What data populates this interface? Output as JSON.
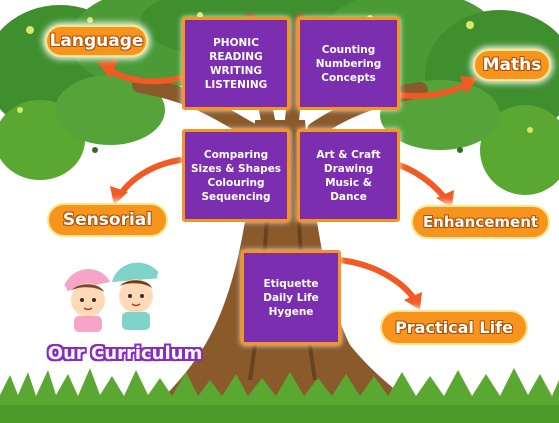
{
  "boxes": {
    "language_skills": [
      "PHONIC",
      "READING",
      "WRITING",
      "LISTENING"
    ],
    "maths_skills": [
      "Counting",
      "Numbering",
      "Concepts"
    ],
    "sensorial_skills": [
      "Comparing",
      "Sizes & Shapes",
      "Colouring",
      "Sequencing"
    ],
    "enhancement_skills": [
      "Art & Craft",
      "Drawing",
      "Music &",
      "Dance"
    ],
    "practical_skills": [
      "Etiquette",
      "Daily Life",
      "Hygene"
    ]
  },
  "labels": {
    "language": "Language",
    "maths": "Maths",
    "sensorial": "Sensorial",
    "enhancement": "Enhancement",
    "practical_life": "Practical Life"
  },
  "title": "Our Curriculum",
  "colors": {
    "box_fill": "#7b2fb0",
    "box_border": "#f7941d",
    "label_fill": "#f7941d",
    "arrow": "#f15a24",
    "trunk": "#8b5a2b",
    "foliage": "#3f8f2f",
    "grass": "#5aa832",
    "title_outline": "#8a2bc4"
  },
  "icons": [
    "tree-illustration",
    "grass",
    "children-illustration",
    "arrow-icon"
  ]
}
